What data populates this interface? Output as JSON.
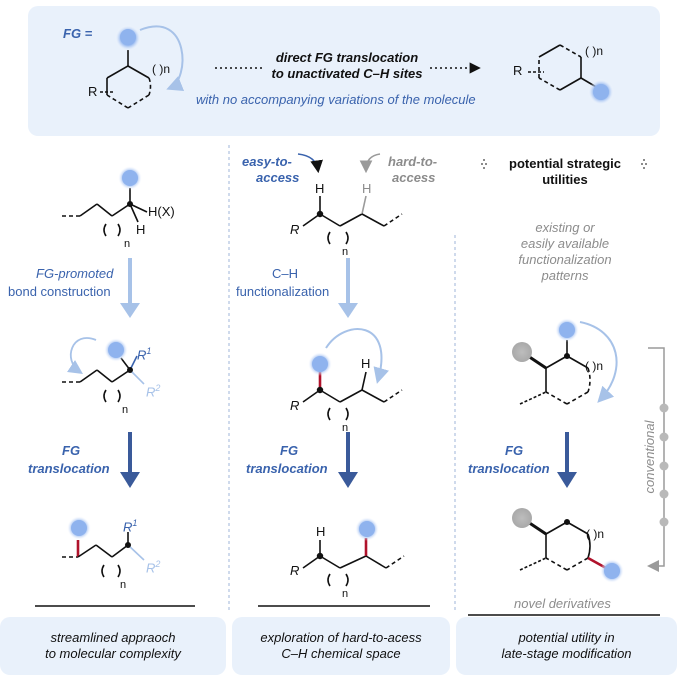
{
  "header": {
    "fg_label": "FG =",
    "r_left": "R",
    "n_left": "( )n",
    "title_line1": "direct FG translocation",
    "title_line2": "to unactivated C–H sites",
    "subtitle": "with no accompanying variations of the molecule",
    "r_right": "R",
    "n_right": "( )n"
  },
  "col1": {
    "hx": "H(X)",
    "h": "H",
    "n1": "n",
    "step1_line1": "FG-promoted",
    "step1_line2": "bond construction",
    "r1": "R",
    "r1_sup": "1",
    "r2": "R",
    "r2_sup": "2",
    "n2": "n",
    "step2_line1": "FG",
    "step2_line2": "translocation",
    "n3": "n",
    "caption_line1": "streamlined appraoch",
    "caption_line2": "to molecular complexity"
  },
  "col2": {
    "easy_line1": "easy-to-",
    "easy_line2": "access",
    "hard_line1": "hard-to-",
    "hard_line2": "access",
    "h_easy": "H",
    "h_hard": "H",
    "r": "R",
    "n1": "n",
    "step1_line1": "C–H",
    "step1_line2": "functionalization",
    "h2": "H",
    "r2": "R",
    "n2": "n",
    "step2_line1": "FG",
    "step2_line2": "translocation",
    "h3": "H",
    "r3": "R",
    "n3": "n",
    "caption_line1": "exploration of hard-to-acess",
    "caption_line2": "C–H chemical space"
  },
  "col3": {
    "title_line1": "potential strategic",
    "title_line2": "utilities",
    "desc_line1": "existing or",
    "desc_line2": "easily available",
    "desc_line3": "functionalization",
    "desc_line4": "patterns",
    "n1": "( )n",
    "step_line1": "FG",
    "step_line2": "translocation",
    "conventional": "conventional",
    "n2": "( )n",
    "novel": "novel derivatives",
    "caption_line1": "potential utility in",
    "caption_line2": "late-stage modification"
  },
  "colors": {
    "fg_blue": "#8fb3ee",
    "arrow_light": "#a7c2e8",
    "arrow_dark": "#3a5a9a",
    "bond_red": "#b0122b",
    "panel_bg": "#e9f1fb",
    "divider": "#9fb4da"
  }
}
